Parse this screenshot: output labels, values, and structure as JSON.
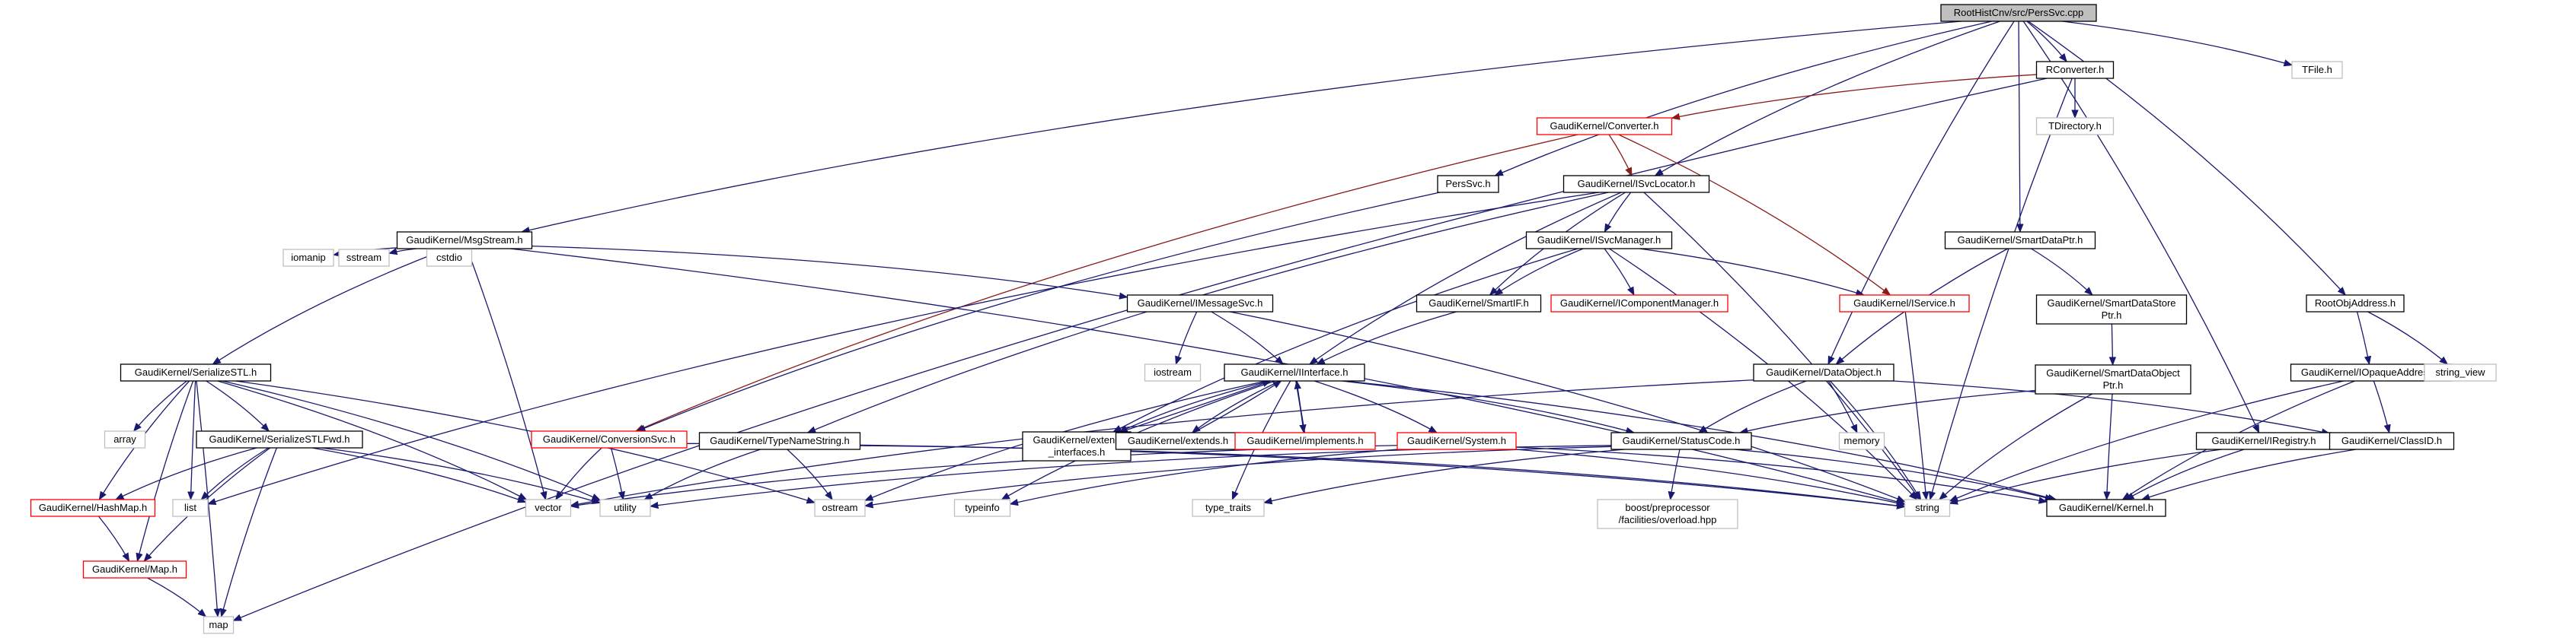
{
  "colors": {
    "edge": "#191970",
    "edge_inherit": "#8b1a1a",
    "node_border": "#000000",
    "node_incomplete_border": "#ff0000",
    "node_external_border": "#bfbfbf",
    "root_fill": "#bfbfbf",
    "text": "#000000"
  },
  "nodes": [
    {
      "id": "root",
      "lines": [
        "RootHistCnv/src/PersSvc.cpp"
      ],
      "kind": "root"
    },
    {
      "id": "rconv",
      "lines": [
        "RConverter.h"
      ],
      "kind": "normal"
    },
    {
      "id": "tfile",
      "lines": [
        "TFile.h"
      ],
      "kind": "external"
    },
    {
      "id": "tdir",
      "lines": [
        "TDirectory.h"
      ],
      "kind": "external"
    },
    {
      "id": "conv",
      "lines": [
        "GaudiKernel/Converter.h"
      ],
      "kind": "red"
    },
    {
      "id": "perssvch",
      "lines": [
        "PersSvc.h"
      ],
      "kind": "normal"
    },
    {
      "id": "isvcloc",
      "lines": [
        "GaudiKernel/ISvcLocator.h"
      ],
      "kind": "normal"
    },
    {
      "id": "msgstream",
      "lines": [
        "GaudiKernel/MsgStream.h"
      ],
      "kind": "normal"
    },
    {
      "id": "smartdataptr",
      "lines": [
        "GaudiKernel/SmartDataPtr.h"
      ],
      "kind": "normal"
    },
    {
      "id": "rootobjaddr",
      "lines": [
        "RootObjAddress.h"
      ],
      "kind": "normal"
    },
    {
      "id": "isvcmgr",
      "lines": [
        "GaudiKernel/ISvcManager.h"
      ],
      "kind": "normal"
    },
    {
      "id": "iomanip",
      "lines": [
        "iomanip"
      ],
      "kind": "external"
    },
    {
      "id": "sstream",
      "lines": [
        "sstream"
      ],
      "kind": "external"
    },
    {
      "id": "cstdio",
      "lines": [
        "cstdio"
      ],
      "kind": "external"
    },
    {
      "id": "imsgsvc",
      "lines": [
        "GaudiKernel/IMessageSvc.h"
      ],
      "kind": "normal"
    },
    {
      "id": "smartif",
      "lines": [
        "GaudiKernel/SmartIF.h"
      ],
      "kind": "normal"
    },
    {
      "id": "icompmgr",
      "lines": [
        "GaudiKernel/IComponentManager.h"
      ],
      "kind": "red"
    },
    {
      "id": "iservice",
      "lines": [
        "GaudiKernel/IService.h"
      ],
      "kind": "red"
    },
    {
      "id": "smartdatastoreptr",
      "lines": [
        "GaudiKernel/SmartDataStore",
        "Ptr.h"
      ],
      "kind": "normal"
    },
    {
      "id": "iopaqueaddr",
      "lines": [
        "GaudiKernel/IOpaqueAddress.h"
      ],
      "kind": "normal"
    },
    {
      "id": "stringview",
      "lines": [
        "string_view"
      ],
      "kind": "external"
    },
    {
      "id": "iostream",
      "lines": [
        "iostream"
      ],
      "kind": "external"
    },
    {
      "id": "serializestl",
      "lines": [
        "GaudiKernel/SerializeSTL.h"
      ],
      "kind": "normal"
    },
    {
      "id": "iinterface",
      "lines": [
        "GaudiKernel/IInterface.h"
      ],
      "kind": "normal"
    },
    {
      "id": "smartdataobjptr",
      "lines": [
        "GaudiKernel/SmartDataObject",
        "Ptr.h"
      ],
      "kind": "normal"
    },
    {
      "id": "dataobject",
      "lines": [
        "GaudiKernel/DataObject.h"
      ],
      "kind": "normal"
    },
    {
      "id": "convsvc",
      "lines": [
        "GaudiKernel/ConversionSvc.h"
      ],
      "kind": "red"
    },
    {
      "id": "array",
      "lines": [
        "array"
      ],
      "kind": "external"
    },
    {
      "id": "serializestlfwd",
      "lines": [
        "GaudiKernel/SerializeSTLFwd.h"
      ],
      "kind": "normal"
    },
    {
      "id": "typenamestring",
      "lines": [
        "GaudiKernel/TypeNameString.h"
      ],
      "kind": "normal"
    },
    {
      "id": "extendinterfaces",
      "lines": [
        "GaudiKernel/extend",
        "_interfaces.h"
      ],
      "kind": "normal"
    },
    {
      "id": "extends",
      "lines": [
        "GaudiKernel/extends.h"
      ],
      "kind": "normal"
    },
    {
      "id": "implements",
      "lines": [
        "GaudiKernel/implements.h"
      ],
      "kind": "red"
    },
    {
      "id": "system",
      "lines": [
        "GaudiKernel/System.h"
      ],
      "kind": "red"
    },
    {
      "id": "statuscode",
      "lines": [
        "GaudiKernel/StatusCode.h"
      ],
      "kind": "normal"
    },
    {
      "id": "memory",
      "lines": [
        "memory"
      ],
      "kind": "external"
    },
    {
      "id": "iregistry",
      "lines": [
        "GaudiKernel/IRegistry.h"
      ],
      "kind": "normal"
    },
    {
      "id": "classid",
      "lines": [
        "GaudiKernel/ClassID.h"
      ],
      "kind": "normal"
    },
    {
      "id": "hashmap",
      "lines": [
        "GaudiKernel/HashMap.h"
      ],
      "kind": "red"
    },
    {
      "id": "list",
      "lines": [
        "list"
      ],
      "kind": "external"
    },
    {
      "id": "vector",
      "lines": [
        "vector"
      ],
      "kind": "external"
    },
    {
      "id": "utility",
      "lines": [
        "utility"
      ],
      "kind": "external"
    },
    {
      "id": "ostream",
      "lines": [
        "ostream"
      ],
      "kind": "external"
    },
    {
      "id": "typeinfo",
      "lines": [
        "typeinfo"
      ],
      "kind": "external"
    },
    {
      "id": "typetraits",
      "lines": [
        "type_traits"
      ],
      "kind": "external"
    },
    {
      "id": "boostoverload",
      "lines": [
        "boost/preprocessor",
        "/facilities/overload.hpp"
      ],
      "kind": "external"
    },
    {
      "id": "string",
      "lines": [
        "string"
      ],
      "kind": "external"
    },
    {
      "id": "kernel",
      "lines": [
        "GaudiKernel/Kernel.h"
      ],
      "kind": "normal"
    },
    {
      "id": "map",
      "lines": [
        "map"
      ],
      "kind": "external"
    },
    {
      "id": "gmap",
      "lines": [
        "GaudiKernel/Map.h"
      ],
      "kind": "red"
    }
  ],
  "edges": [
    [
      "root",
      "rconv"
    ],
    [
      "root",
      "tfile"
    ],
    [
      "root",
      "perssvch"
    ],
    [
      "root",
      "isvcloc"
    ],
    [
      "root",
      "msgstream"
    ],
    [
      "root",
      "smartdataptr"
    ],
    [
      "root",
      "rootobjaddr"
    ],
    [
      "root",
      "dataobject"
    ],
    [
      "root",
      "iregistry"
    ],
    [
      "rconv",
      "tdir"
    ],
    [
      "rconv",
      "conv"
    ],
    [
      "rconv",
      "string"
    ],
    [
      "rconv",
      "map"
    ],
    [
      "conv",
      "isvcloc"
    ],
    [
      "conv",
      "iservice"
    ],
    [
      "conv",
      "convsvc"
    ],
    [
      "perssvch",
      "convsvc"
    ],
    [
      "isvcloc",
      "isvcmgr"
    ],
    [
      "isvcloc",
      "smartif"
    ],
    [
      "isvcloc",
      "iinterface"
    ],
    [
      "isvcloc",
      "typenamestring"
    ],
    [
      "isvcloc",
      "string"
    ],
    [
      "isvcloc",
      "list"
    ],
    [
      "isvcmgr",
      "smartif"
    ],
    [
      "isvcmgr",
      "icompmgr"
    ],
    [
      "isvcmgr",
      "iservice"
    ],
    [
      "isvcmgr",
      "string"
    ],
    [
      "isvcmgr",
      "extendinterfaces"
    ],
    [
      "msgstream",
      "iomanip"
    ],
    [
      "msgstream",
      "sstream"
    ],
    [
      "msgstream",
      "cstdio"
    ],
    [
      "msgstream",
      "imsgsvc"
    ],
    [
      "msgstream",
      "serializestl"
    ],
    [
      "msgstream",
      "vector"
    ],
    [
      "msgstream",
      "string"
    ],
    [
      "imsgsvc",
      "iostream"
    ],
    [
      "imsgsvc",
      "iinterface"
    ],
    [
      "imsgsvc",
      "string"
    ],
    [
      "smartif",
      "iinterface"
    ],
    [
      "iservice",
      "string"
    ],
    [
      "smartdataptr",
      "smartdatastoreptr"
    ],
    [
      "smartdataptr",
      "dataobject"
    ],
    [
      "smartdatastoreptr",
      "smartdataobjptr"
    ],
    [
      "smartdataobjptr",
      "statuscode"
    ],
    [
      "smartdataobjptr",
      "kernel"
    ],
    [
      "smartdataobjptr",
      "string"
    ],
    [
      "rootobjaddr",
      "iopaqueaddr"
    ],
    [
      "rootobjaddr",
      "stringview"
    ],
    [
      "iopaqueaddr",
      "classid"
    ],
    [
      "iopaqueaddr",
      "kernel"
    ],
    [
      "iopaqueaddr",
      "string"
    ],
    [
      "serializestl",
      "array"
    ],
    [
      "serializestl",
      "serializestlfwd"
    ],
    [
      "serializestl",
      "hashmap"
    ],
    [
      "serializestl",
      "gmap"
    ],
    [
      "serializestl",
      "list"
    ],
    [
      "serializestl",
      "vector"
    ],
    [
      "serializestl",
      "utility"
    ],
    [
      "serializestl",
      "ostream"
    ],
    [
      "serializestl",
      "map"
    ],
    [
      "serializestlfwd",
      "hashmap"
    ],
    [
      "serializestlfwd",
      "gmap"
    ],
    [
      "serializestlfwd",
      "list"
    ],
    [
      "serializestlfwd",
      "map"
    ],
    [
      "serializestlfwd",
      "vector"
    ],
    [
      "serializestlfwd",
      "utility"
    ],
    [
      "iinterface",
      "extendinterfaces"
    ],
    [
      "iinterface",
      "extends"
    ],
    [
      "iinterface",
      "implements"
    ],
    [
      "iinterface",
      "system"
    ],
    [
      "iinterface",
      "statuscode"
    ],
    [
      "iinterface",
      "kernel"
    ],
    [
      "iinterface",
      "ostream"
    ],
    [
      "iinterface",
      "typeinfo"
    ],
    [
      "iinterface",
      "typetraits"
    ],
    [
      "extendinterfaces",
      "iinterface"
    ],
    [
      "extends",
      "iinterface"
    ],
    [
      "implements",
      "iinterface"
    ],
    [
      "dataobject",
      "statuscode"
    ],
    [
      "dataobject",
      "classid"
    ],
    [
      "dataobject",
      "memory"
    ],
    [
      "dataobject",
      "string"
    ],
    [
      "dataobject",
      "vector"
    ],
    [
      "convsvc",
      "vector"
    ],
    [
      "convsvc",
      "utility"
    ],
    [
      "convsvc",
      "string"
    ],
    [
      "typenamestring",
      "ostream"
    ],
    [
      "typenamestring",
      "string"
    ],
    [
      "typenamestring",
      "utility"
    ],
    [
      "system",
      "string"
    ],
    [
      "system",
      "vector"
    ],
    [
      "system",
      "typeinfo"
    ],
    [
      "system",
      "kernel"
    ],
    [
      "statuscode",
      "boostoverload"
    ],
    [
      "statuscode",
      "ostream"
    ],
    [
      "statuscode",
      "utility"
    ],
    [
      "statuscode",
      "kernel"
    ],
    [
      "statuscode",
      "typetraits"
    ],
    [
      "iregistry",
      "kernel"
    ],
    [
      "iregistry",
      "string"
    ],
    [
      "classid",
      "kernel"
    ],
    [
      "hashmap",
      "gmap"
    ],
    [
      "gmap",
      "map"
    ]
  ]
}
